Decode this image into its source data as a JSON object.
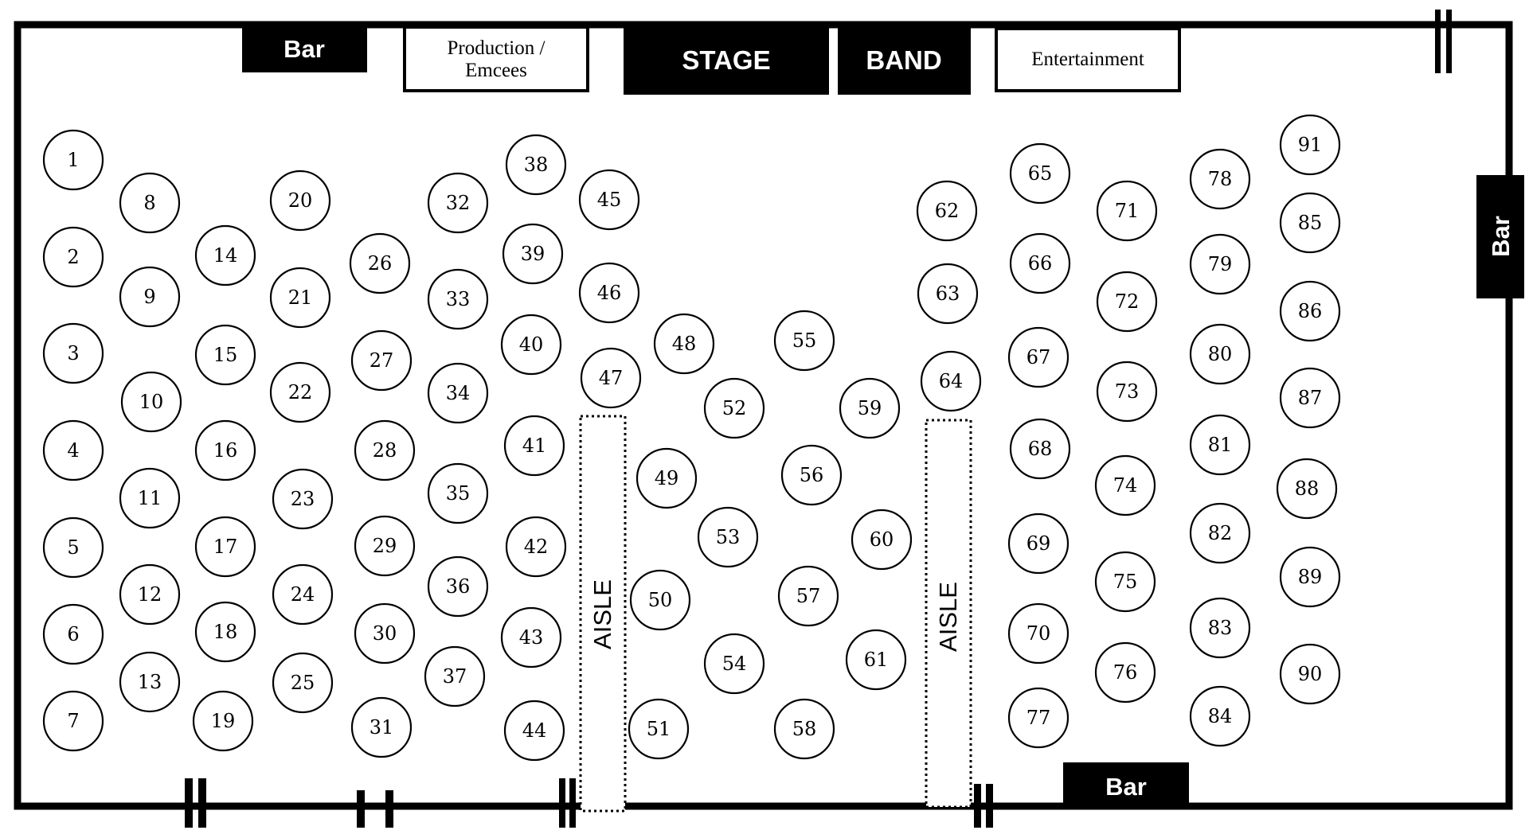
{
  "labels": {
    "bar_top": "Bar",
    "production_line1": "Production /",
    "production_line2": "Emcees",
    "stage": "STAGE",
    "band": "BAND",
    "entertainment": "Entertainment",
    "bar_right": "Bar",
    "bar_bottom": "Bar",
    "aisle_left": "AISLE",
    "aisle_right": "AISLE"
  },
  "colors": {
    "ink": "#000000",
    "paper": "#ffffff"
  },
  "tables": [
    "1",
    "2",
    "3",
    "4",
    "5",
    "6",
    "7",
    "8",
    "9",
    "10",
    "11",
    "12",
    "13",
    "14",
    "15",
    "16",
    "17",
    "18",
    "19",
    "20",
    "21",
    "22",
    "23",
    "24",
    "25",
    "26",
    "27",
    "28",
    "29",
    "30",
    "31",
    "32",
    "33",
    "34",
    "35",
    "36",
    "37",
    "38",
    "39",
    "40",
    "41",
    "42",
    "43",
    "44",
    "45",
    "46",
    "47",
    "48",
    "49",
    "50",
    "51",
    "52",
    "53",
    "54",
    "55",
    "56",
    "57",
    "58",
    "59",
    "60",
    "61",
    "62",
    "63",
    "64",
    "65",
    "66",
    "67",
    "68",
    "69",
    "70",
    "71",
    "72",
    "73",
    "74",
    "75",
    "76",
    "77",
    "78",
    "79",
    "80",
    "81",
    "82",
    "83",
    "84",
    "85",
    "86",
    "87",
    "88",
    "89",
    "90",
    "91"
  ]
}
